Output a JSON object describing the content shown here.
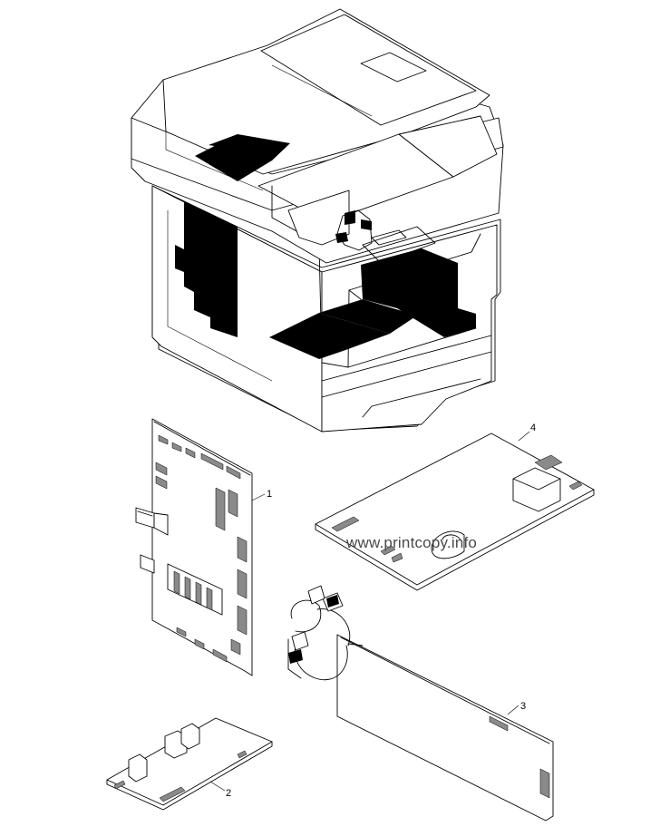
{
  "figure": {
    "callouts": [
      {
        "id": "1",
        "label": "1"
      },
      {
        "id": "2",
        "label": "2"
      },
      {
        "id": "3",
        "label": "3"
      },
      {
        "id": "4",
        "label": "4"
      }
    ],
    "watermark": "www.printcopy.info"
  },
  "colors": {
    "line": "#000000",
    "background": "#ffffff",
    "watermark": "#4a4a4a",
    "component_grey": "#8a8a8a"
  }
}
